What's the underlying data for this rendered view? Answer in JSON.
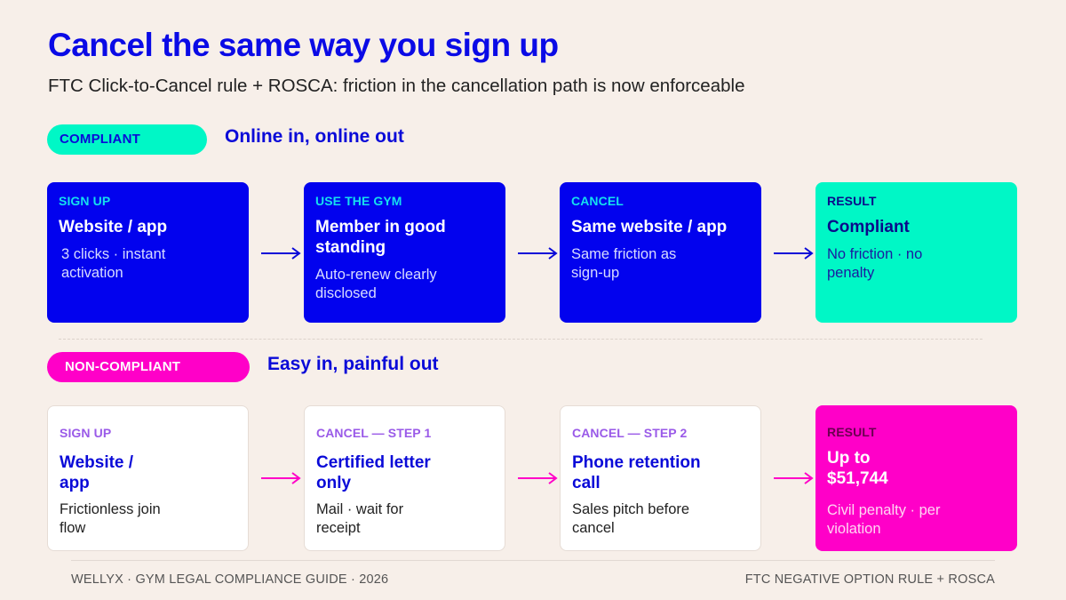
{
  "header": {
    "title": "Cancel the same way you sign up",
    "subtitle": "FTC Click-to-Cancel rule + ROSCA: friction in the cancellation path is now enforceable"
  },
  "colors": {
    "background": "#f7efe9",
    "brand_blue": "#0202ee",
    "teal": "#00f7c6",
    "magenta": "#ff00c8",
    "purple_kicker": "#9a5ae8"
  },
  "compliant": {
    "badge": "COMPLIANT",
    "label": "Online in, online out",
    "steps": [
      {
        "kicker": "SIGN UP",
        "head": "Website / app",
        "desc": "3 clicks · instant activation"
      },
      {
        "kicker": "USE THE GYM",
        "head": "Member in good standing",
        "desc": "Auto-renew clearly disclosed"
      },
      {
        "kicker": "CANCEL",
        "head": "Same website / app",
        "desc": "Same friction as sign-up"
      },
      {
        "kicker": "RESULT",
        "head": "Compliant",
        "desc": "No friction · no penalty"
      }
    ]
  },
  "noncompliant": {
    "badge": "NON-COMPLIANT",
    "label": "Easy in, painful out",
    "steps": [
      {
        "kicker": "SIGN UP",
        "head": "Website / app",
        "desc": "Frictionless join flow"
      },
      {
        "kicker": "CANCEL — STEP 1",
        "head": "Certified letter only",
        "desc": "Mail · wait for receipt"
      },
      {
        "kicker": "CANCEL — STEP 2",
        "head": "Phone retention call",
        "desc": "Sales pitch before cancel"
      },
      {
        "kicker": "RESULT",
        "head": "Up to $51,744",
        "desc": "Civil penalty · per violation"
      }
    ]
  },
  "footer": {
    "left": "WELLYX · GYM LEGAL COMPLIANCE GUIDE · 2026",
    "right": "FTC NEGATIVE OPTION RULE + ROSCA"
  }
}
